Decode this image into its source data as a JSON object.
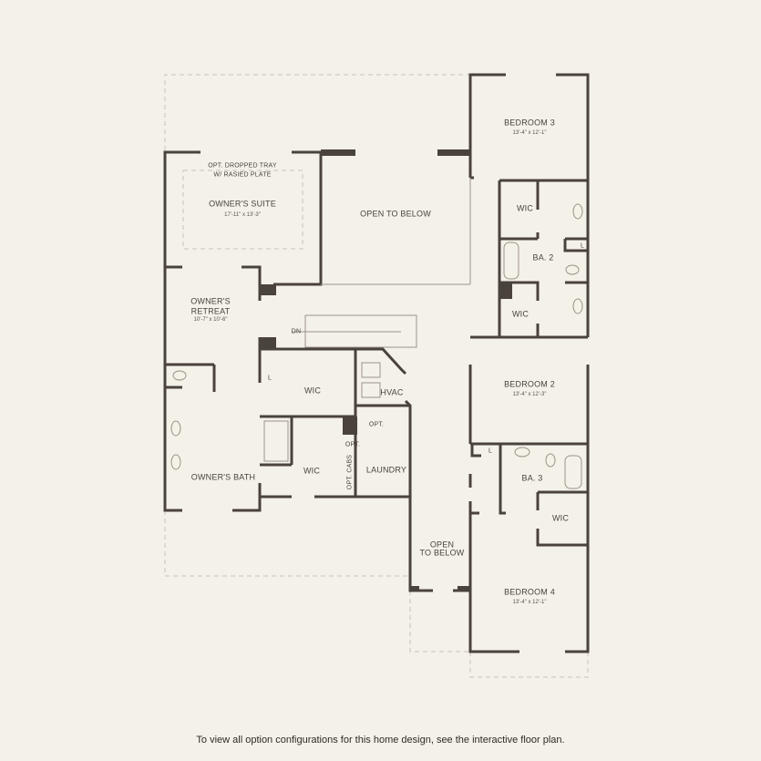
{
  "colors": {
    "background": "#f4f1e8",
    "wall": "#4a423c",
    "dashed": "#c9c4ba"
  },
  "rooms": {
    "owners_suite": {
      "tray_note_1": "OPT. DROPPED TRAY",
      "tray_note_2": "W/ RASIED PLATE",
      "name": "OWNER'S SUITE",
      "size": "17'-11\" x 13'-3\""
    },
    "open_to_below_main": {
      "name": "OPEN TO BELOW"
    },
    "bedroom_3": {
      "name": "BEDROOM 3",
      "size": "13'-4\" x 12'-1\""
    },
    "wic_bed3": {
      "name": "WIC"
    },
    "bath_2": {
      "name": "BA. 2"
    },
    "linen_2": {
      "name": "L"
    },
    "wic_bed2": {
      "name": "WIC"
    },
    "owners_retreat": {
      "name_1": "OWNER'S",
      "name_2": "RETREAT",
      "size": "10'-7\" x 10'-6\""
    },
    "stairs": {
      "label": "DN"
    },
    "bedroom_2": {
      "name": "BEDROOM 2",
      "size": "13'-4\" x 12'-3\""
    },
    "owners_linen": {
      "name": "L"
    },
    "owners_wic_1": {
      "name": "WIC"
    },
    "hvac": {
      "name": "HVAC"
    },
    "laundry": {
      "name": "LAUNDRY",
      "opt": "OPT.",
      "opt_2": "OPT.",
      "opt_cabs": "OPT. CABS"
    },
    "owners_wic_2": {
      "name": "WIC"
    },
    "owners_bath": {
      "name": "OWNER'S BATH"
    },
    "linen_3": {
      "name": "L"
    },
    "bath_3": {
      "name": "BA. 3"
    },
    "wic_bed4": {
      "name": "WIC"
    },
    "open_to_below_small": {
      "name_1": "OPEN",
      "name_2": "TO BELOW"
    },
    "bedroom_4": {
      "name": "BEDROOM 4",
      "size": "13'-4\" x 12'-1\""
    }
  },
  "footer": "To view all option configurations for this home design, see the interactive floor plan."
}
